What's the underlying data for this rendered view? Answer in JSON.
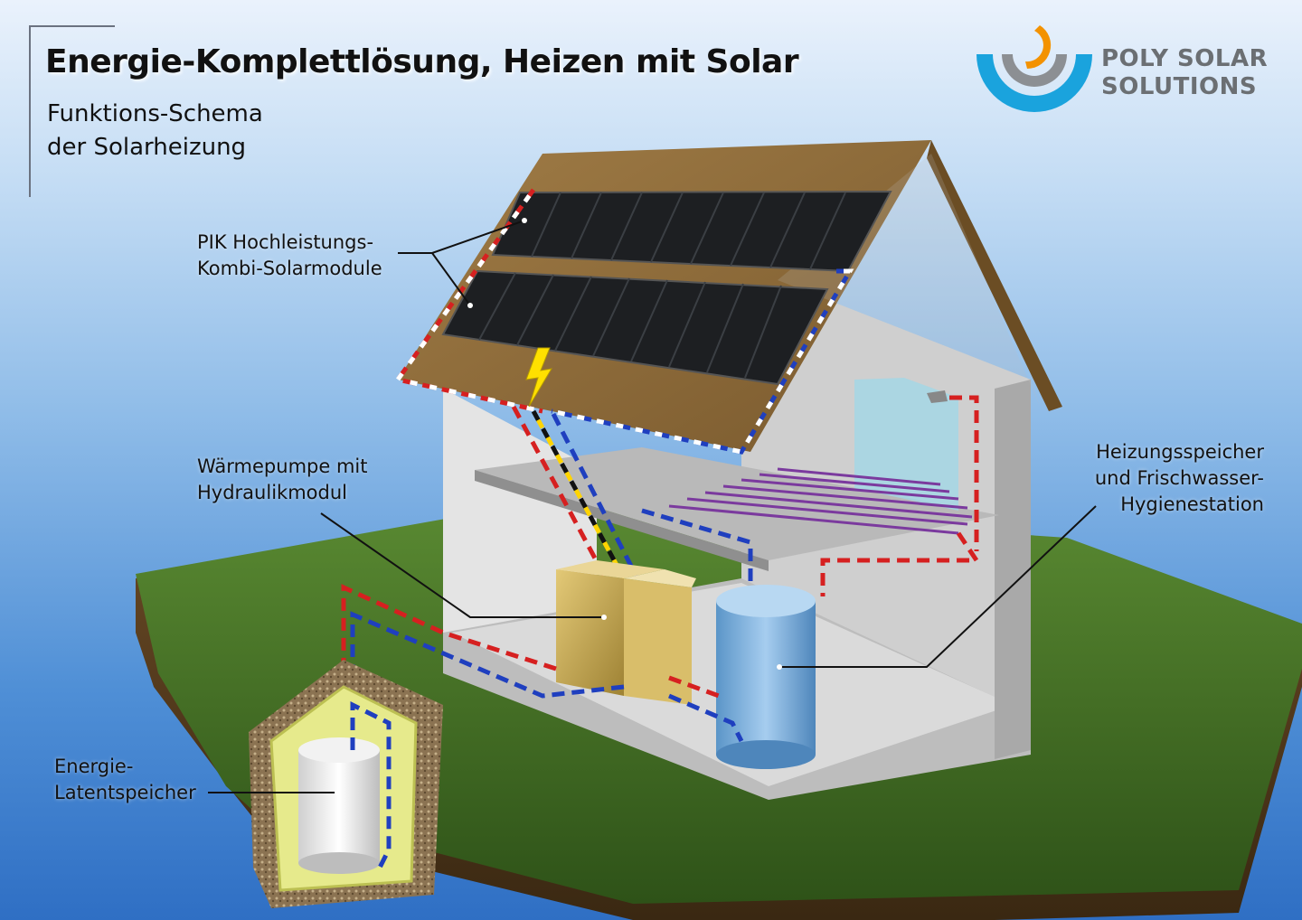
{
  "header": {
    "title": "Energie-Komplettlösung, Heizen mit Solar",
    "subtitle_lines": [
      "Funktions-Schema",
      "der Solarheizung"
    ]
  },
  "logo": {
    "lines": [
      "POLY SOLAR",
      "SOLUTIONS"
    ],
    "colors": {
      "blue": "#1aa3dd",
      "gray": "#8c8f93",
      "orange": "#f39200"
    }
  },
  "labels": {
    "solar_modules": [
      "PIK Hochleistungs-",
      "Kombi-Solarmodule"
    ],
    "heat_pump": [
      "Wärmepumpe mit",
      "Hydraulikmodul"
    ],
    "storage": [
      "Heizungsspeicher",
      "und Frischwasser-",
      "Hygienestation"
    ],
    "latent_storage": [
      "Energie-",
      "Latentspeicher"
    ]
  },
  "colors": {
    "pipe_hot": "#d62020",
    "pipe_cold": "#1f3fbf",
    "pipe_white": "#ffffff",
    "roof": "#8a6a3a",
    "grass": "#3f6a22",
    "wall": "#d9d9d9",
    "tank": "#7fb2de",
    "heat_pump": "#c9ad52",
    "latent_shell": "#e6ea8c"
  }
}
